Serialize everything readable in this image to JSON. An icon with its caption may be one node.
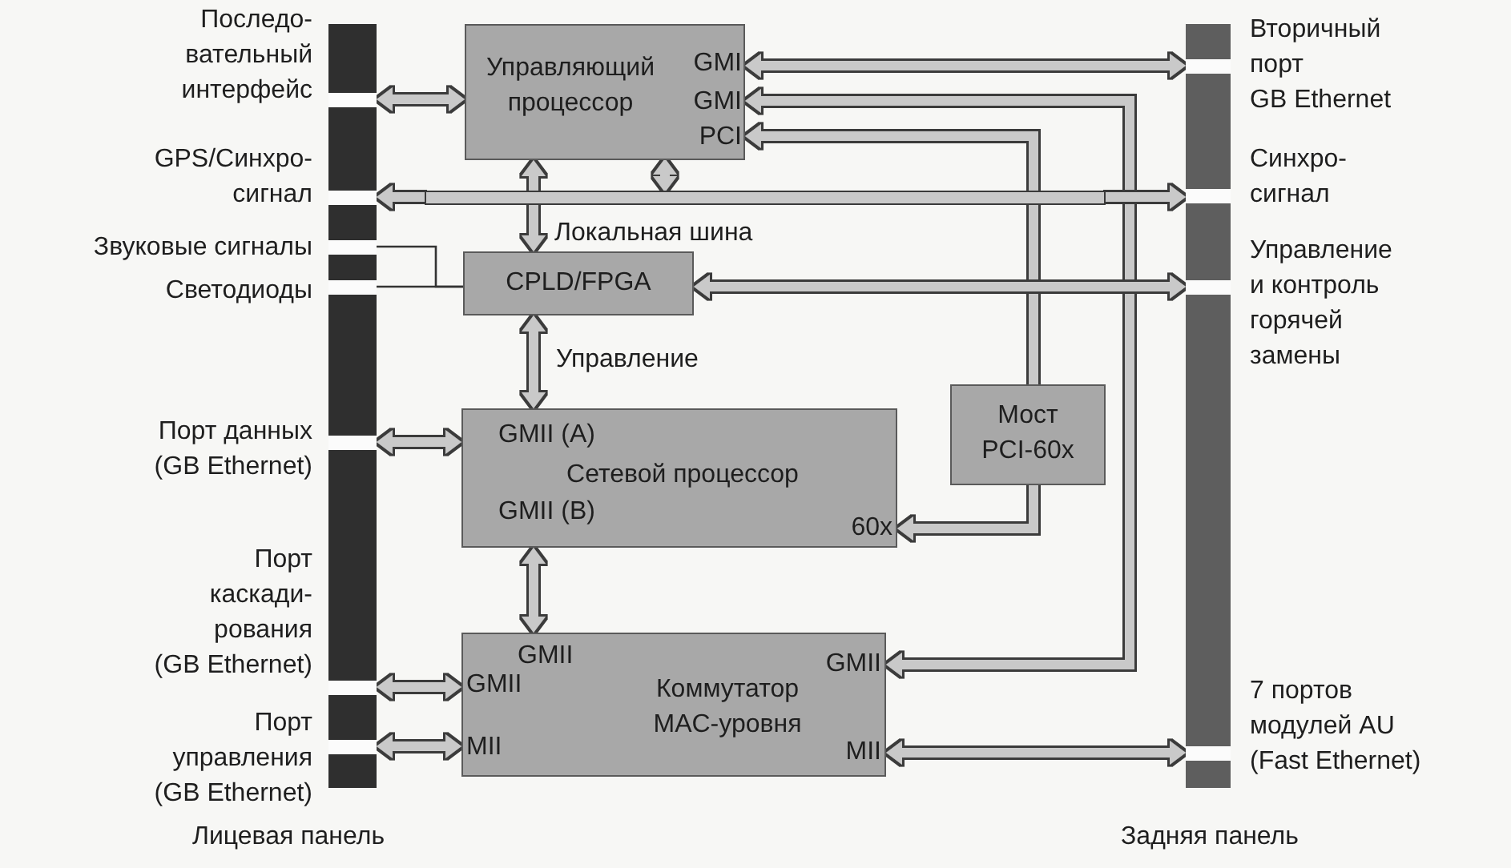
{
  "diagram": {
    "nodes": [
      {
        "text": [],
        "shape": "bar"
      },
      {
        "text": [],
        "shape": "bar"
      },
      {
        "text": [
          "Последо- вательный интерфейс"
        ],
        "in": 0
      },
      {
        "text": [
          "Управляющий процессор",
          "GMI",
          "GMI",
          "PCI"
        ]
      },
      {
        "text": [
          "Вторичный порт GB Ethernet"
        ],
        "in": 1
      },
      {
        "text": [
          "GPS/Синхро- сигнал"
        ],
        "in": 0
      },
      {
        "text": [
          "Локальная шина"
        ]
      },
      {
        "text": [
          "Синхро- сигнал"
        ],
        "in": 1
      },
      {
        "text": [
          "Звуковые сигналы"
        ],
        "in": 0
      },
      {
        "text": [
          "Светодиоды"
        ],
        "in": 0
      },
      {
        "text": [
          "CPLD/FPGA"
        ]
      },
      {
        "text": [
          "Управление и контроль горячей замены"
        ],
        "in": 1
      },
      {
        "text": [
          "Мост PCI-60x"
        ]
      },
      {
        "text": [
          "Порт данных (GB Ethernet)"
        ],
        "in": 0
      },
      {
        "text": [
          "GMII (A)",
          "Сетевой процессор",
          "GMII (B)",
          "60x"
        ]
      },
      {
        "text": [
          "Порт каскади- рования (GB Ethernet)"
        ],
        "in": 0
      },
      {
        "text": [
          "GMII",
          "GMII",
          "GMII",
          "Коммутатор MAC-уровня",
          "MII",
          "MII"
        ]
      },
      {
        "text": [
          "Порт управления (GB Ethernet)"
        ],
        "in": 0
      },
      {
        "text": [
          "7 портов модулей AU (Fast Ethernet)"
        ],
        "in": 1
      }
    ],
    "edges": [
      {
        "from": 2,
        "to": 3,
        "arrow": "both"
      },
      {
        "from": 3,
        "to": 4,
        "arrow": "both"
      },
      {
        "from": 3,
        "to": 16,
        "arrow": "both"
      },
      {
        "from": 12,
        "to": 3,
        "arrow": "to"
      },
      {
        "from": 3,
        "to": 6,
        "arrow": "both"
      },
      {
        "from": 6,
        "to": 5,
        "arrow": "to"
      },
      {
        "from": 6,
        "to": 7,
        "arrow": "to"
      },
      {
        "from": 3,
        "to": 10,
        "arrow": "both"
      },
      {
        "from": 8,
        "to": 10,
        "arrow": "none",
        "color": "#333333"
      },
      {
        "from": 9,
        "to": 10,
        "arrow": "none",
        "color": "#333333"
      },
      {
        "from": 10,
        "to": 11,
        "arrow": "both"
      },
      {
        "from": 10,
        "to": 14,
        "arrow": "both",
        "label": "Управление"
      },
      {
        "from": 13,
        "to": 14,
        "arrow": "both"
      },
      {
        "from": 12,
        "to": 14,
        "arrow": "to"
      },
      {
        "from": 14,
        "to": 16,
        "arrow": "both"
      },
      {
        "from": 15,
        "to": 16,
        "arrow": "both"
      },
      {
        "from": 17,
        "to": 16,
        "arrow": "both"
      },
      {
        "from": 16,
        "to": 18,
        "arrow": "both"
      }
    ],
    "labels": [
      "Лицевая панель",
      "Задняя панель"
    ]
  }
}
